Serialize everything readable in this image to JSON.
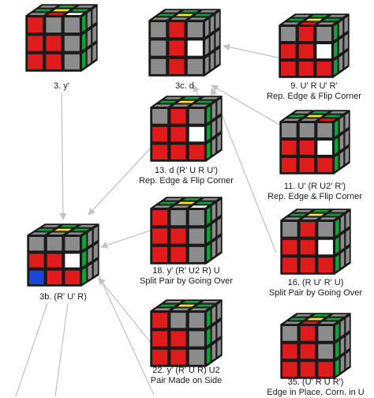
{
  "colors": {
    "gray": "#8c8c8c",
    "red": "#e01b1b",
    "green": "#0fa23a",
    "yellow": "#f4e81c",
    "white": "#ffffff",
    "blue": "#1b46d6",
    "arrow": "#c4c4c4",
    "edge": "#1a1a1a"
  },
  "nodes": [
    {
      "id": "n3",
      "lines": [
        "3. y'"
      ],
      "top": [
        "g",
        "g",
        "g",
        "g",
        "y",
        "g",
        "g",
        "r",
        "w"
      ],
      "front": [
        "r",
        "g",
        "g",
        "r",
        "r",
        "g",
        "r",
        "r",
        "g"
      ],
      "right": [
        "w",
        "g",
        "g",
        "g",
        "g",
        "g",
        "g",
        "g",
        "g"
      ]
    },
    {
      "id": "n3c",
      "lines": [
        "3c. d"
      ],
      "top": [
        "g",
        "g",
        "g",
        "g",
        "y",
        "g",
        "g",
        "g",
        "g"
      ],
      "front": [
        "g",
        "r",
        "g",
        "g",
        "r",
        "w",
        "g",
        "r",
        "g"
      ],
      "right": [
        "g",
        "g",
        "g",
        "g",
        "g",
        "g",
        "g",
        "g",
        "g"
      ]
    },
    {
      "id": "n9",
      "lines": [
        "9. U' R U' R'",
        "Rep. Edge & Flip Corner"
      ],
      "top": [
        "g",
        "g",
        "g",
        "g",
        "y",
        "g",
        "g",
        "r",
        "g"
      ],
      "front": [
        "g",
        "r",
        "g",
        "r",
        "r",
        "w",
        "r",
        "r",
        "r"
      ],
      "right": [
        "g",
        "g",
        "g",
        "g",
        "g",
        "g",
        "g",
        "g",
        "g"
      ]
    },
    {
      "id": "n13",
      "lines": [
        "13. d (R' U R U')",
        "Rep. Edge & Flip Corner"
      ],
      "top": [
        "g",
        "g",
        "g",
        "g",
        "y",
        "g",
        "g",
        "g",
        "g"
      ],
      "front": [
        "g",
        "r",
        "g",
        "r",
        "r",
        "w",
        "r",
        "r",
        "r"
      ],
      "right": [
        "g",
        "g",
        "g",
        "g",
        "g",
        "g",
        "g",
        "g",
        "g"
      ]
    },
    {
      "id": "n11",
      "lines": [
        "11. U' (R U2' R')",
        "Rep. Edge & Flip Corner"
      ],
      "top": [
        "g",
        "g",
        "g",
        "g",
        "y",
        "g",
        "g",
        "g",
        "r"
      ],
      "front": [
        "g",
        "g",
        "g",
        "r",
        "r",
        "w",
        "r",
        "r",
        "r"
      ],
      "right": [
        "g",
        "g",
        "g",
        "g",
        "g",
        "g",
        "g",
        "g",
        "g"
      ]
    },
    {
      "id": "n3b",
      "lines": [
        "3b. (R' U' R)"
      ],
      "top": [
        "g",
        "g",
        "g",
        "g",
        "y",
        "g",
        "g",
        "g",
        "g"
      ],
      "front": [
        "g",
        "g",
        "g",
        "r",
        "r",
        "w",
        "b",
        "r",
        "r"
      ],
      "right": [
        "g",
        "g",
        "g",
        "g",
        "g",
        "g",
        "g",
        "g",
        "g"
      ]
    },
    {
      "id": "n18",
      "lines": [
        "18. y' (R' U2 R) U",
        "Split Pair by Going Over"
      ],
      "top": [
        "g",
        "g",
        "g",
        "g",
        "y",
        "g",
        "g",
        "g",
        "w"
      ],
      "front": [
        "r",
        "g",
        "g",
        "r",
        "r",
        "g",
        "r",
        "r",
        "g"
      ],
      "right": [
        "g",
        "g",
        "g",
        "g",
        "g",
        "g",
        "g",
        "g",
        "g"
      ]
    },
    {
      "id": "n16",
      "lines": [
        "16. (R U' R' U)",
        "Split Pair by Going Over"
      ],
      "top": [
        "g",
        "g",
        "g",
        "g",
        "y",
        "g",
        "g",
        "g",
        "g"
      ],
      "front": [
        "g",
        "r",
        "g",
        "r",
        "r",
        "w",
        "r",
        "r",
        "r"
      ],
      "right": [
        "g",
        "g",
        "g",
        "g",
        "g",
        "g",
        "g",
        "g",
        "g"
      ]
    },
    {
      "id": "n22",
      "lines": [
        "22. y' (R' U R) U2",
        "Pair Made on Side"
      ],
      "top": [
        "g",
        "g",
        "g",
        "g",
        "y",
        "g",
        "g",
        "g",
        "g"
      ],
      "front": [
        "r",
        "g",
        "g",
        "r",
        "r",
        "g",
        "r",
        "r",
        "g"
      ],
      "right": [
        "g",
        "g",
        "g",
        "g",
        "g",
        "g",
        "g",
        "g",
        "g"
      ]
    },
    {
      "id": "n35",
      "lines": [
        "35. (U' R U R')",
        "Edge in Place, Corn. in U"
      ],
      "top": [
        "g",
        "g",
        "g",
        "g",
        "y",
        "g",
        "g",
        "r",
        "g"
      ],
      "front": [
        "g",
        "r",
        "g",
        "r",
        "r",
        "g",
        "r",
        "r",
        "r"
      ],
      "right": [
        "g",
        "g",
        "g",
        "g",
        "g",
        "g",
        "g",
        "g",
        "g"
      ]
    }
  ],
  "edges": [
    [
      "n9",
      "n3c"
    ],
    [
      "n13",
      "n3c"
    ],
    [
      "n11",
      "n3c"
    ],
    [
      "n16",
      "n3c"
    ],
    [
      "n3",
      "n3b"
    ],
    [
      "n13",
      "n3b"
    ],
    [
      "n18",
      "n3b"
    ],
    [
      "n22",
      "n3b"
    ]
  ]
}
